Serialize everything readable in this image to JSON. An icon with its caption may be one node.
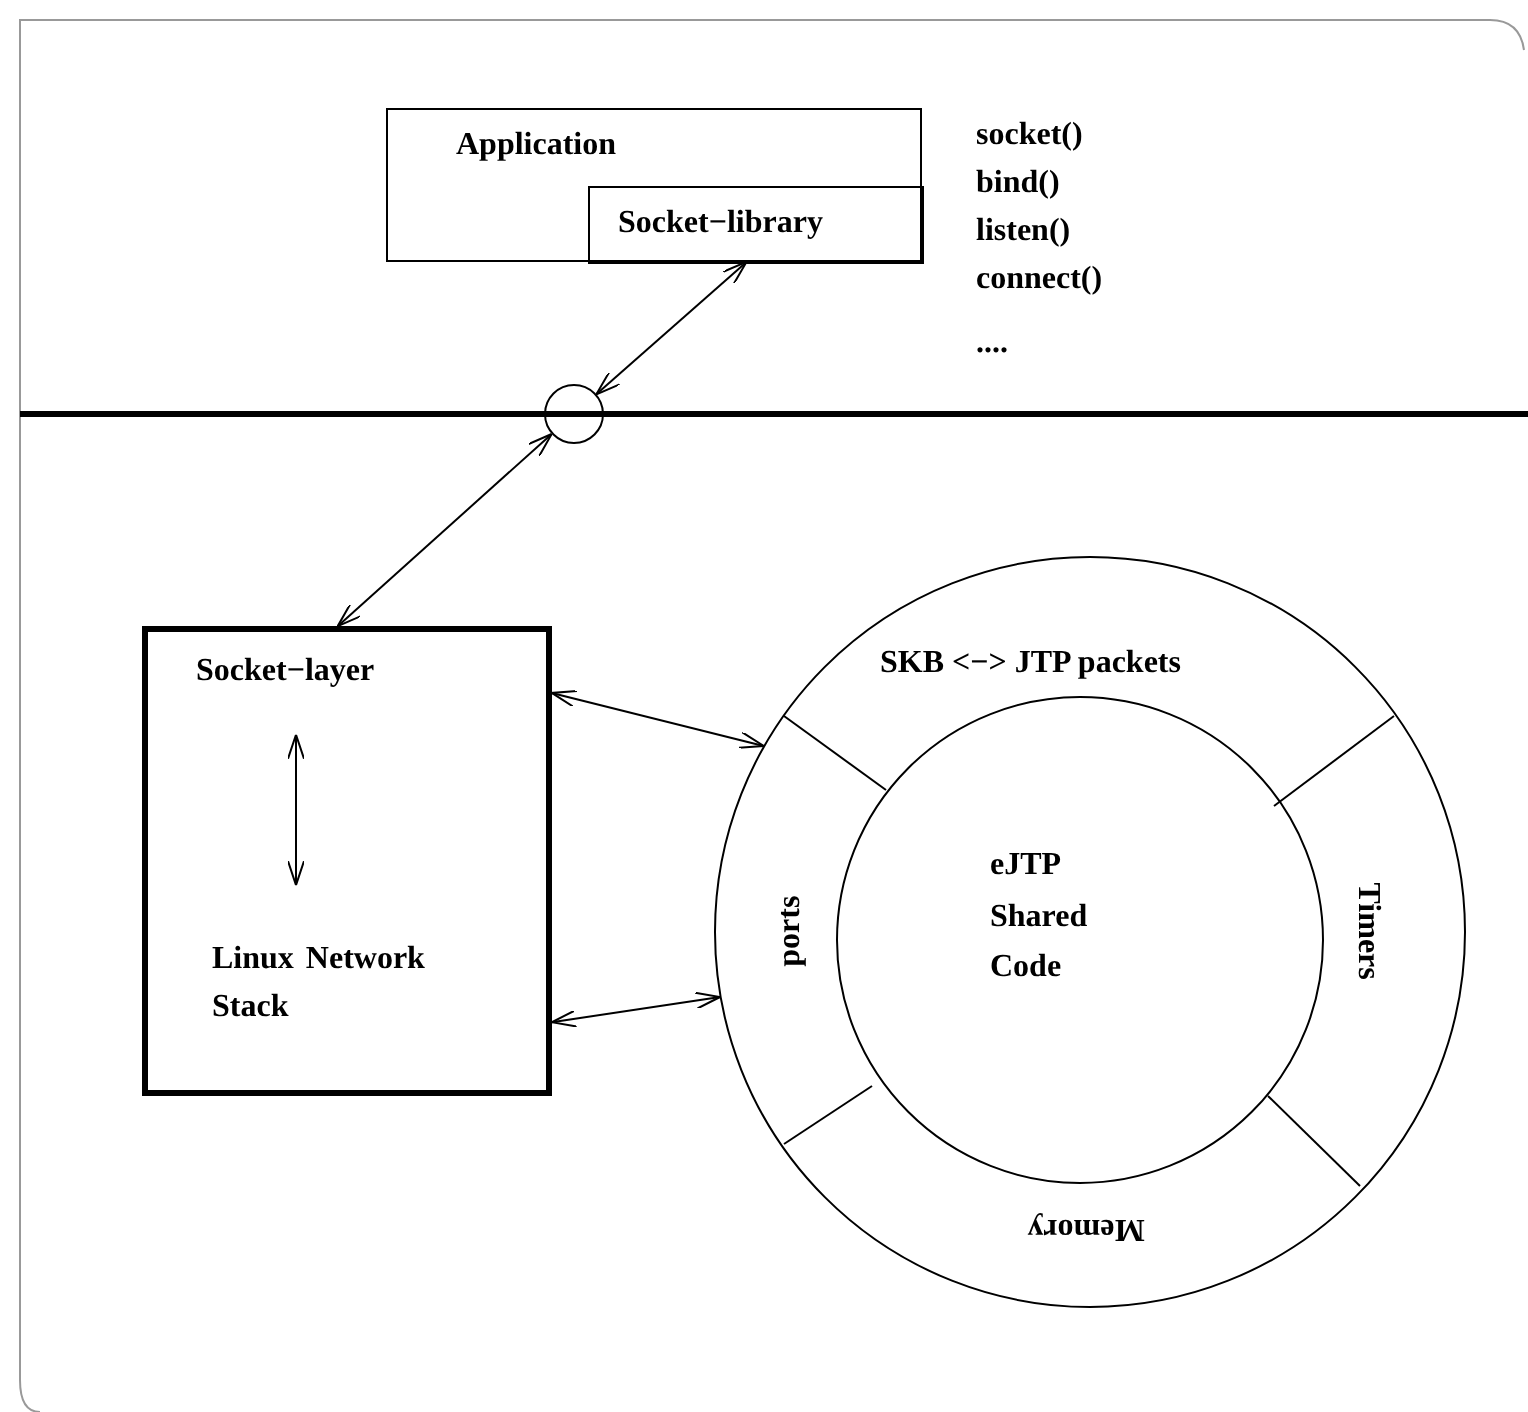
{
  "diagram": {
    "nodes": [
      {
        "text": [
          "Application"
        ]
      },
      {
        "text": [
          "Socket−library"
        ],
        "in": 0
      },
      {
        "text": [],
        "shape": "circle"
      },
      {
        "text": [],
        "shape": "box"
      },
      {
        "text": [
          "Socket−layer"
        ],
        "in": 3
      },
      {
        "text": [
          "Linux  Network Stack"
        ],
        "in": 3
      },
      {
        "text": [],
        "shape": "circle"
      },
      {
        "text": [
          "SKB <−> JTP packets"
        ],
        "in": 6
      },
      {
        "text": [
          "ports"
        ],
        "in": 6
      },
      {
        "text": [
          "Timers"
        ],
        "in": 6
      },
      {
        "text": [
          "Memory"
        ],
        "in": 6
      },
      {
        "text": [
          "eJTP Shared Code"
        ],
        "in": 6
      }
    ],
    "edges": [
      {
        "from": 1,
        "to": 2,
        "arrow": "both"
      },
      {
        "from": 2,
        "to": 3,
        "arrow": "both"
      },
      {
        "from": 4,
        "to": 5,
        "arrow": "both"
      },
      {
        "from": 3,
        "to": 6,
        "arrow": "both"
      },
      {
        "from": 3,
        "to": 6,
        "arrow": "both"
      }
    ],
    "labels": [
      "socket()",
      "bind()",
      "listen()",
      "connect()",
      "...."
    ]
  }
}
